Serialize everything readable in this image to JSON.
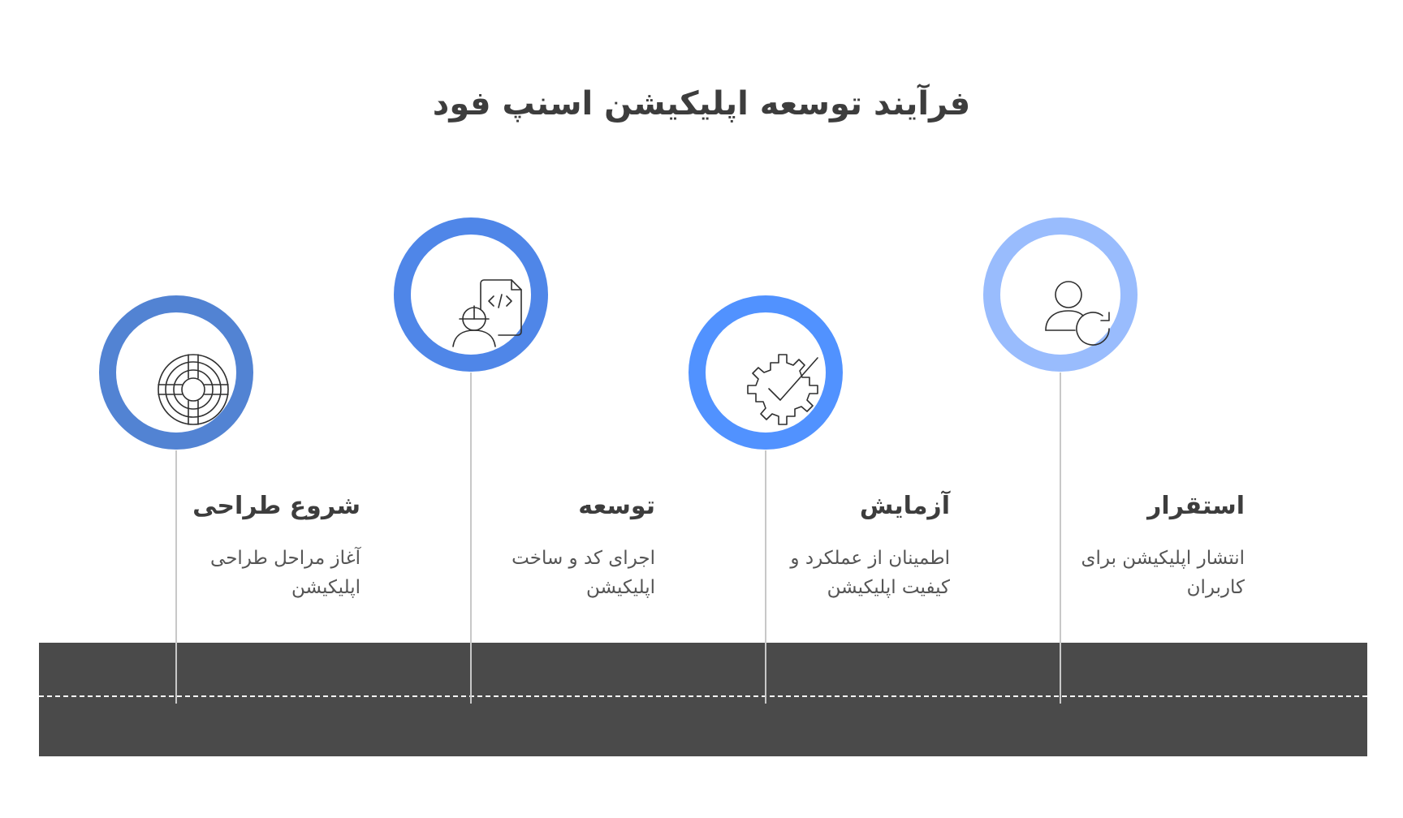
{
  "title": "فرآیند توسعه اپلیکیشن اسنپ فود",
  "steps": [
    {
      "title": "شروع طراحی",
      "description": "آغاز مراحل طراحی اپلیکیشن",
      "icon": "steering-wheel-icon",
      "ring_color": "#5283D3"
    },
    {
      "title": "توسعه",
      "description": "اجرای کد و ساخت اپلیکیشن",
      "icon": "developer-code-icon",
      "ring_color": "#4F86E8"
    },
    {
      "title": "آزمایش",
      "description": "اطمینان از عملکرد و کیفیت اپلیکیشن",
      "icon": "gear-check-icon",
      "ring_color": "#5192FF"
    },
    {
      "title": "استقرار",
      "description": "انتشار اپلیکیشن برای کاربران",
      "icon": "user-refresh-icon",
      "ring_color": "#99BCFD"
    }
  ]
}
